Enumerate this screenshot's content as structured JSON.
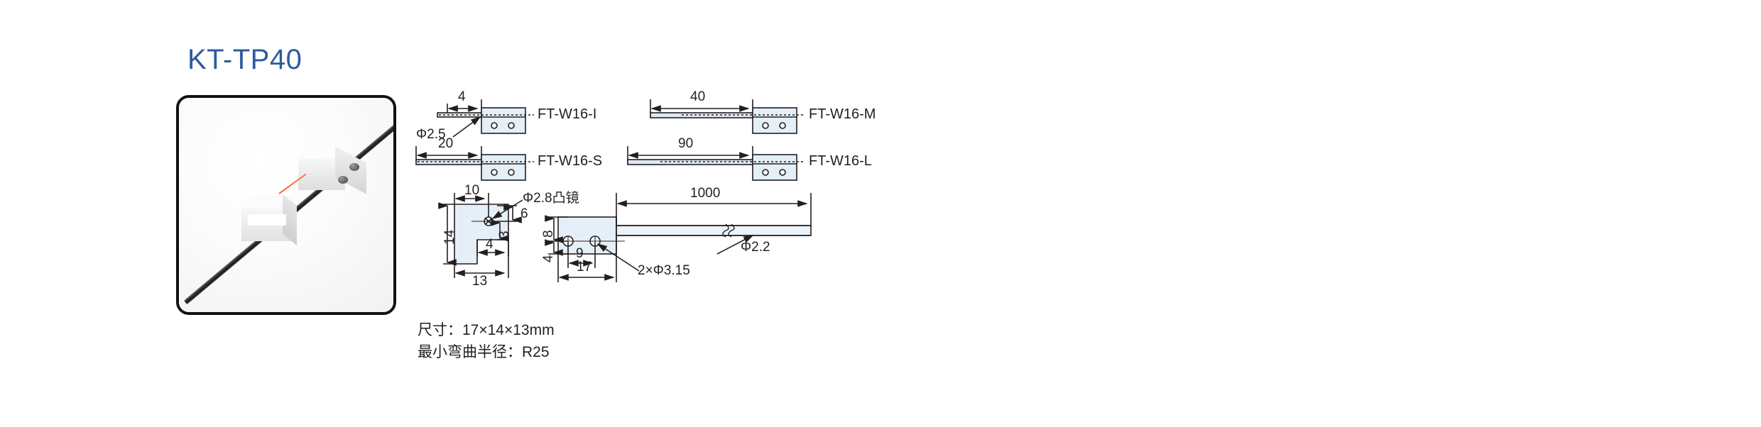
{
  "product": {
    "title": "KT-TP40",
    "title_color": "#2c5ba0"
  },
  "photo": {
    "alt_name": "fiber-optic-through-beam-sensor-photo",
    "beam_color": "#f4602e",
    "cable_color": "#1f1f1f",
    "body_color": "#fdfdfd"
  },
  "specs": {
    "size_line": "尺寸：17×14×13mm",
    "bend_radius_line": "最小弯曲半径：R25"
  },
  "variants": [
    {
      "name": "FT-W16-I",
      "dimension": "4"
    },
    {
      "name": "FT-W16-M",
      "dimension": "40"
    },
    {
      "name": "FT-W16-S",
      "dimension": "20"
    },
    {
      "name": "FT-W16-L",
      "dimension": "90"
    }
  ],
  "callouts": {
    "fiber_head_dia": "Φ2.5",
    "lens_dia": "Φ2.8凸镜",
    "cable_dia": "Φ2.2",
    "mount_holes": "2×Φ3.15",
    "cable_length": "1000"
  },
  "bracket_dims": {
    "top_width": "10",
    "height": "14",
    "foot": "4",
    "base_width": "13",
    "lens_from_top": "6",
    "lens_offset": "3"
  },
  "plan_dims": {
    "hole_from_edge": "8",
    "hole_bottom": "4",
    "hole_spacing": "9",
    "total_width": "17"
  },
  "colors": {
    "drawing_line": "#231f20",
    "part_fill": "#e4eff7",
    "part_fill_light": "#f2f8fc",
    "cable_fill": "#dfe9f2"
  }
}
